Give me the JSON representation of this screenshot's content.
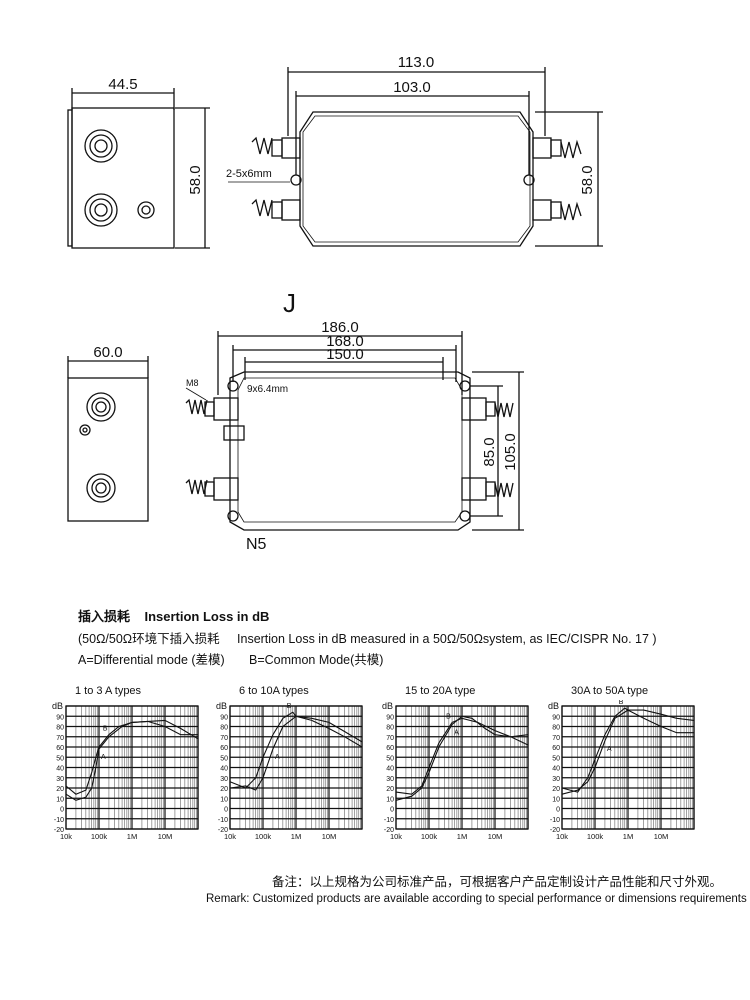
{
  "drawing_top": {
    "side_width": "44.5",
    "side_height": "58.0",
    "overall_length": "113.0",
    "mount_span": "103.0",
    "height_right": "58.0",
    "hole_note": "2-5x6mm"
  },
  "model_label_1": "J",
  "drawing_bottom": {
    "side_width": "60.0",
    "overall_length": "186.0",
    "mount_span_outer": "168.0",
    "mount_span_inner": "150.0",
    "thread_note": "M8",
    "hole_note": "9x6.4mm",
    "height_inner": "85.0",
    "height_outer": "105.0"
  },
  "model_label_2": "N5",
  "section": {
    "heading_cn": "插入损耗",
    "heading_en": "Insertion Loss in dB",
    "line1_cn": "(50Ω/50Ω环境下插入损耗",
    "line1_en": "Insertion Loss in dB measured in a 50Ω/50Ωsystem, as IEC/CISPR No. 17 )",
    "line2_a": "A=Differential mode (差模)",
    "line2_b": "B=Common Mode(共模)"
  },
  "chart_axis": {
    "y_unit": "dB",
    "y_ticks": [
      "90",
      "80",
      "70",
      "60",
      "50",
      "40",
      "30",
      "20",
      "10",
      "0",
      "-10",
      "-20"
    ],
    "x_ticks": [
      "10k",
      "100k",
      "1M",
      "10M"
    ]
  },
  "chart_data": [
    {
      "type": "line",
      "title": "1 to 3 A types",
      "x_scale": "log",
      "xlim": [
        "10k",
        "100M"
      ],
      "ylim": [
        -20,
        100
      ],
      "series": [
        {
          "name": "A",
          "x": [
            10000,
            20000,
            40000,
            60000,
            80000,
            100000,
            200000,
            500000,
            1000000,
            3000000,
            10000000,
            30000000,
            100000000
          ],
          "y": [
            14,
            8,
            11,
            20,
            40,
            58,
            70,
            80,
            84,
            85,
            86,
            78,
            68
          ]
        },
        {
          "name": "B",
          "x": [
            10000,
            20000,
            40000,
            60000,
            80000,
            100000,
            200000,
            400000,
            1000000,
            3000000,
            10000000,
            30000000,
            100000000
          ],
          "y": [
            22,
            14,
            18,
            35,
            50,
            60,
            72,
            80,
            84,
            85,
            80,
            72,
            72
          ]
        }
      ]
    },
    {
      "type": "line",
      "title": "6 to 10A types",
      "x_scale": "log",
      "xlim": [
        "10k",
        "100M"
      ],
      "ylim": [
        -20,
        100
      ],
      "series": [
        {
          "name": "A",
          "x": [
            10000,
            30000,
            60000,
            100000,
            200000,
            400000,
            1000000,
            3000000,
            10000000,
            30000000,
            100000000
          ],
          "y": [
            20,
            22,
            18,
            30,
            58,
            80,
            90,
            88,
            84,
            75,
            65
          ]
        },
        {
          "name": "B",
          "x": [
            10000,
            30000,
            60000,
            100000,
            200000,
            400000,
            800000,
            1000000,
            3000000,
            10000000,
            30000000,
            100000000
          ],
          "y": [
            26,
            20,
            30,
            50,
            72,
            88,
            94,
            90,
            86,
            78,
            70,
            60
          ]
        }
      ]
    },
    {
      "type": "line",
      "title": "15 to 20A type",
      "x_scale": "log",
      "xlim": [
        "10k",
        "100M"
      ],
      "ylim": [
        -20,
        100
      ],
      "series": [
        {
          "name": "A",
          "x": [
            10000,
            30000,
            60000,
            100000,
            200000,
            500000,
            1000000,
            2000000,
            5000000,
            10000000,
            30000000,
            100000000
          ],
          "y": [
            8,
            12,
            20,
            35,
            60,
            82,
            90,
            88,
            78,
            72,
            70,
            62
          ]
        },
        {
          "name": "B",
          "x": [
            10000,
            30000,
            60000,
            100000,
            200000,
            500000,
            1000000,
            3000000,
            10000000,
            30000000,
            100000000
          ],
          "y": [
            16,
            14,
            22,
            40,
            64,
            84,
            88,
            84,
            76,
            70,
            72
          ]
        }
      ]
    },
    {
      "type": "line",
      "title": "30A to 50A type",
      "x_scale": "log",
      "xlim": [
        "10k",
        "100M"
      ],
      "ylim": [
        -20,
        100
      ],
      "series": [
        {
          "name": "A",
          "x": [
            10000,
            30000,
            60000,
            100000,
            200000,
            400000,
            1000000,
            3000000,
            10000000,
            30000000,
            100000000
          ],
          "y": [
            14,
            18,
            26,
            40,
            66,
            88,
            96,
            96,
            92,
            88,
            86
          ]
        },
        {
          "name": "B",
          "x": [
            10000,
            30000,
            60000,
            100000,
            200000,
            400000,
            800000,
            1000000,
            3000000,
            10000000,
            30000000,
            100000000
          ],
          "y": [
            20,
            16,
            30,
            48,
            72,
            90,
            98,
            96,
            88,
            80,
            74,
            74
          ]
        }
      ]
    }
  ],
  "remark_cn": "备注：以上规格为公司标准产品，可根据客户产品定制设计产品性能和尺寸外观。",
  "remark_en": "Remark: Customized products are available according to special performance or dimensions requirements"
}
